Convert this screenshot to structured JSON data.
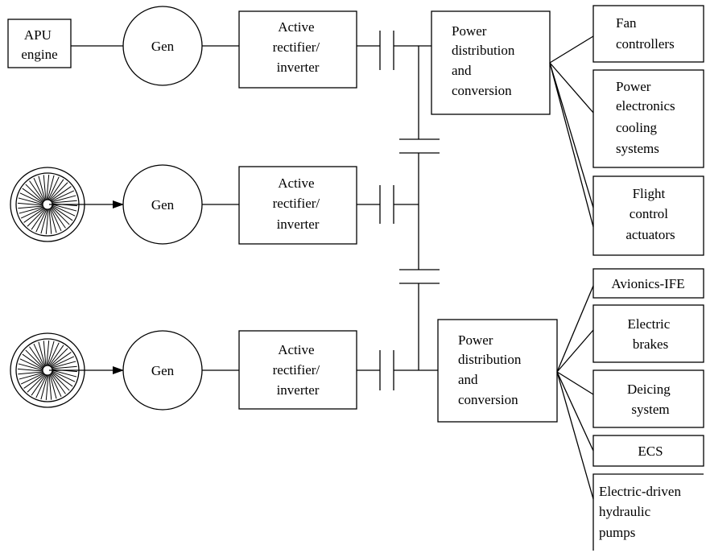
{
  "colors": {
    "line": "#000000",
    "background": "#ffffff"
  },
  "sources": {
    "apu": [
      "APU",
      "engine"
    ],
    "gen": "Gen",
    "rectifier": [
      "Active",
      "rectifier/",
      "inverter"
    ],
    "turbine_icon": "turbofan-engine-icon"
  },
  "distribution": [
    "Power",
    "distribution",
    "and",
    "conversion"
  ],
  "loads_top": [
    [
      "Fan",
      "controllers"
    ],
    [
      "Power",
      "electronics",
      "cooling",
      "systems"
    ],
    [
      "Flight",
      "control",
      "actuators"
    ]
  ],
  "loads_bottom": [
    [
      "Avionics-IFE"
    ],
    [
      "Electric",
      "brakes"
    ],
    [
      "Deicing",
      "system"
    ],
    [
      "ECS"
    ],
    [
      "Electric-driven",
      "hydraulic",
      "pumps"
    ]
  ]
}
